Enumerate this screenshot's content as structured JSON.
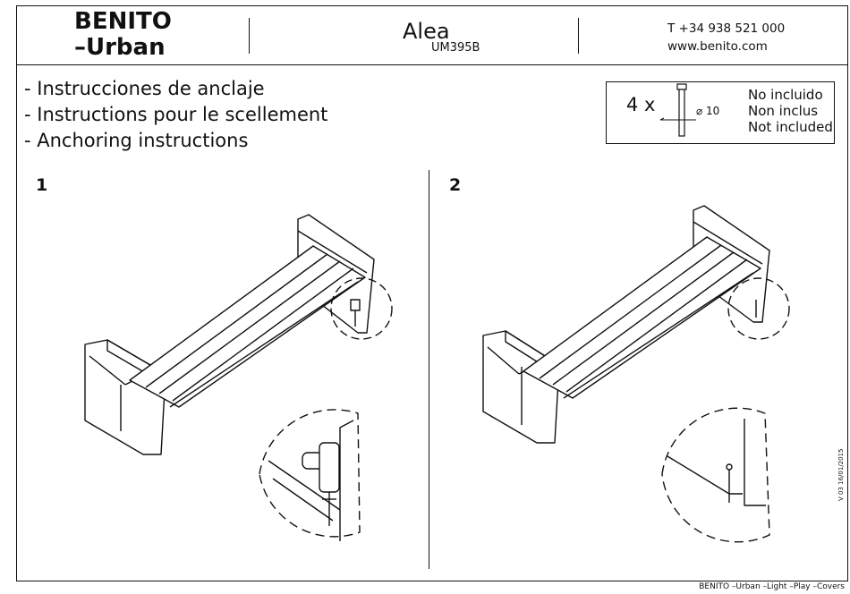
{
  "header": {
    "brand_line1": "BENITO",
    "brand_line2": "–Urban",
    "product_name": "Alea",
    "model_code": "UM395B",
    "phone": "T +34 938 521 000",
    "website": "www.benito.com"
  },
  "instructions": [
    "- Instrucciones de anclaje",
    "- Instructions pour le scellement",
    "- Anchoring instructions"
  ],
  "hardware_notice": {
    "quantity": "4 x",
    "diameter": "⌀ 10",
    "notes": [
      "No incluido",
      "Non inclus",
      "Not included"
    ]
  },
  "steps": [
    {
      "number": "1"
    },
    {
      "number": "2"
    }
  ],
  "version": "V 03 16/01/2015",
  "footer": "BENITO –Urban –Light –Play –Covers"
}
